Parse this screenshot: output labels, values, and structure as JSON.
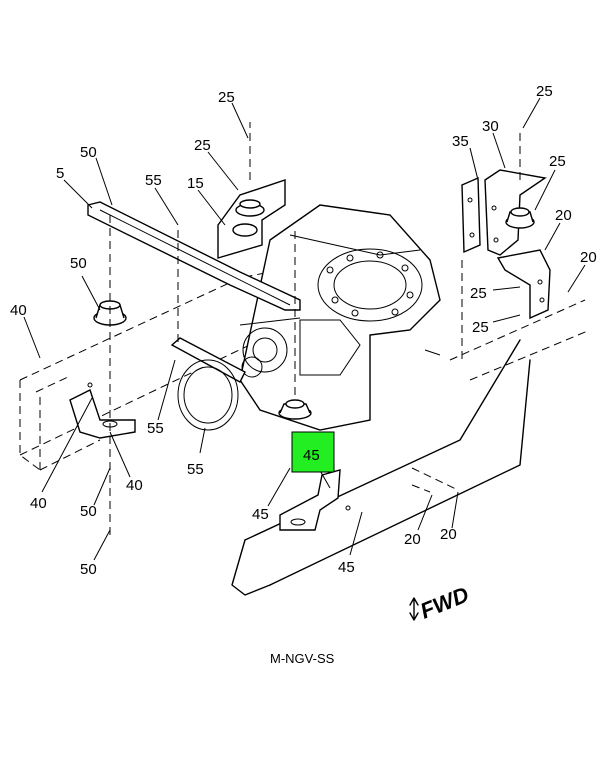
{
  "diagram": {
    "caption": "M-NGV-SS",
    "direction_label": "FWD",
    "highlight_color": "#22ee22",
    "highlighted_callout": "45",
    "callouts": [
      "25",
      "25",
      "25",
      "25",
      "25",
      "25",
      "30",
      "35",
      "50",
      "5",
      "55",
      "15",
      "50",
      "20",
      "20",
      "40",
      "55",
      "55",
      "45",
      "45",
      "45",
      "40",
      "40",
      "50",
      "50",
      "20",
      "20"
    ]
  }
}
